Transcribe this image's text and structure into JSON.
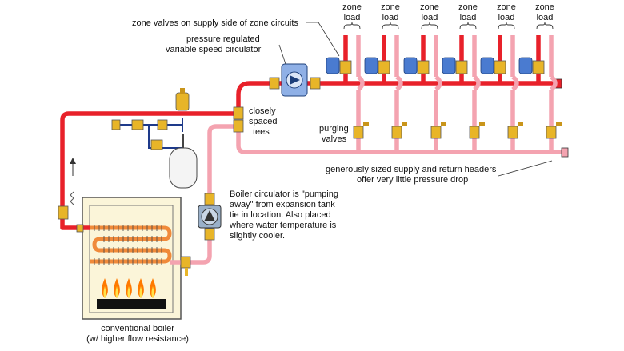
{
  "labels": {
    "zone_valves": "zone valves on supply side of zone circuits",
    "circulator_line1": "pressure regulated",
    "circulator_line2": "variable speed circulator",
    "tees_line1": "closely",
    "tees_line2": "spaced",
    "tees_line3": "tees",
    "purging_line1": "purging",
    "purging_line2": "valves",
    "headers_line1": "generously sized supply and return headers",
    "headers_line2": "offer very little pressure drop",
    "boiler_circ_line1": "Boiler circulator is \"pumping",
    "boiler_circ_line2": "away\" from expansion tank",
    "boiler_circ_line3": "tie in location.  Also placed",
    "boiler_circ_line4": "where water temperature is",
    "boiler_circ_line5": "slightly cooler.",
    "boiler_line1": "conventional boiler",
    "boiler_line2": "(w/ higher flow resistance)"
  },
  "zones": [
    {
      "line1": "zone",
      "line2": "load"
    },
    {
      "line1": "zone",
      "line2": "load"
    },
    {
      "line1": "zone",
      "line2": "load"
    },
    {
      "line1": "zone",
      "line2": "load"
    },
    {
      "line1": "zone",
      "line2": "load"
    },
    {
      "line1": "zone",
      "line2": "load"
    }
  ],
  "colors": {
    "supply": "#e8212a",
    "return": "#f4a3b0",
    "valve_body": "#e8b528",
    "actuator": "#4a7bd0",
    "boiler_fill": "#fbf5d9",
    "coil": "#f08a3a",
    "flame": "#ff7a00",
    "expansion_tank": "#f4f4f4",
    "small_pipe": "#1e3a8a"
  }
}
